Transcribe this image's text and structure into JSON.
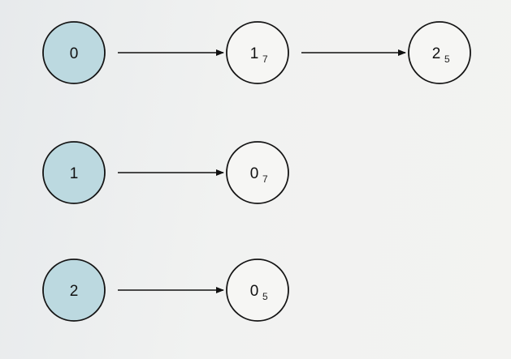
{
  "diagram": {
    "type": "adjacency-list",
    "rows": [
      {
        "head": "0",
        "neighbors": [
          {
            "vertex": "1",
            "weight": "7"
          },
          {
            "vertex": "2",
            "weight": "5"
          }
        ]
      },
      {
        "head": "1",
        "neighbors": [
          {
            "vertex": "0",
            "weight": "7"
          }
        ]
      },
      {
        "head": "2",
        "neighbors": [
          {
            "vertex": "0",
            "weight": "5"
          }
        ]
      }
    ],
    "colors": {
      "head_fill": "#bcd9e0",
      "node_fill": "#f6f6f4",
      "stroke": "#141414"
    }
  }
}
